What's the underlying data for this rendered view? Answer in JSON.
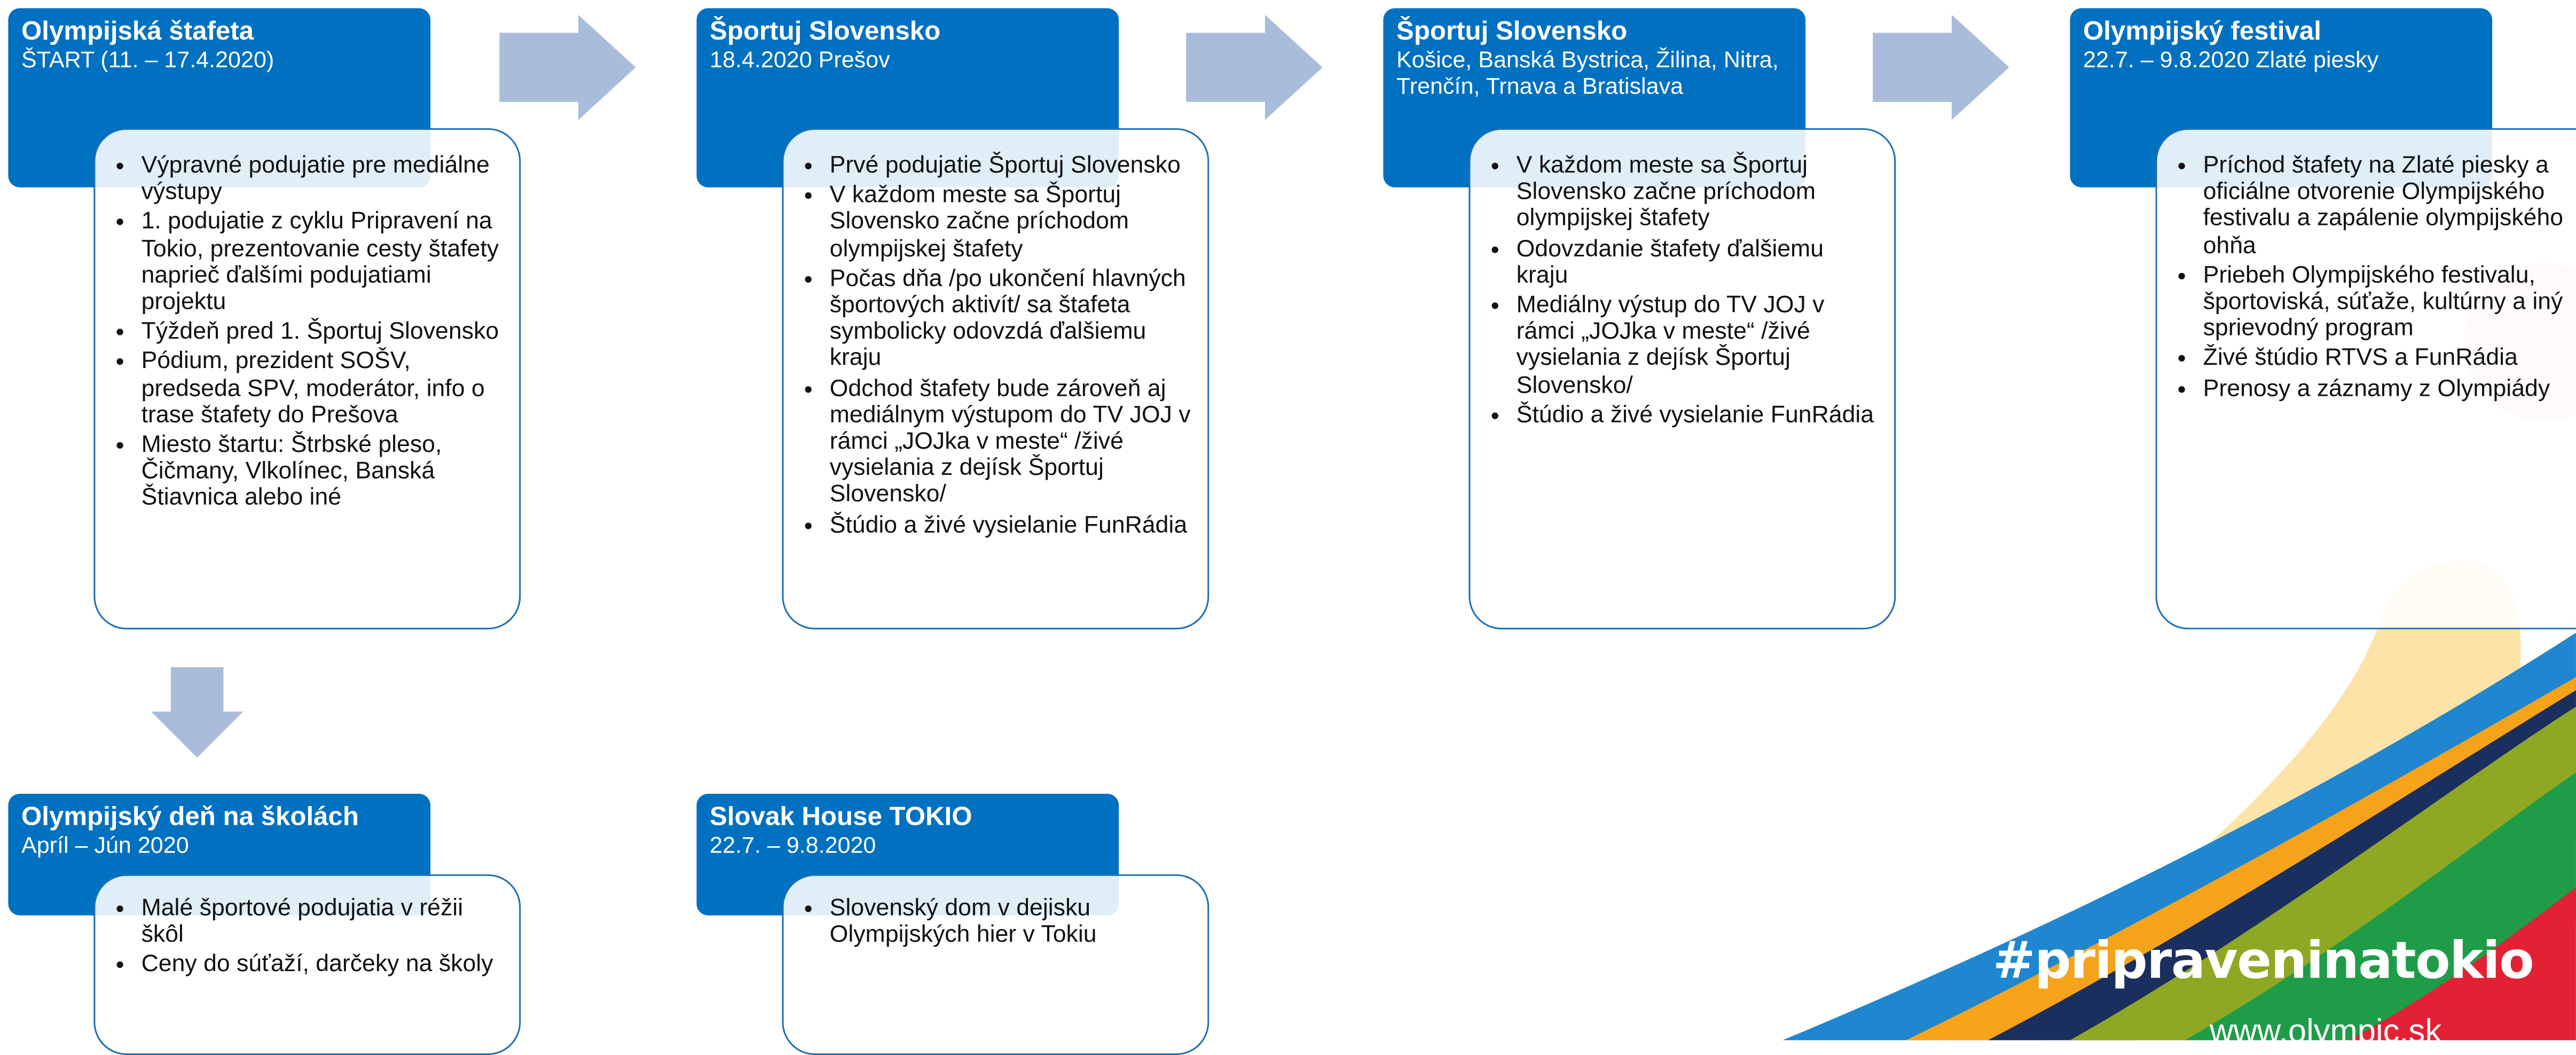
{
  "cards": [
    {
      "title": "Olympijská štafeta",
      "subtitle": "ŠTART (11. – 17.4.2020)",
      "items": [
        "Výpravné podujatie pre mediálne výstupy",
        "1. podujatie z cyklu Pripravení na Tokio, prezentovanie cesty štafety naprieč ďalšími podujatiami projektu",
        "Týždeň pred 1. Športuj Slovensko",
        "Pódium, prezident SOŠV, predseda SPV, moderátor, info o trase štafety do Prešova",
        "Miesto štartu: Štrbské pleso, Čičmany, Vlkolínec, Banská Štiavnica alebo iné"
      ]
    },
    {
      "title": "Športuj Slovensko",
      "subtitle": "18.4.2020 Prešov",
      "items": [
        "Prvé podujatie Športuj Slovensko",
        "V každom meste sa Športuj Slovensko začne príchodom olympijskej štafety",
        "Počas dňa /po ukončení hlavných športových aktivít/ sa štafeta symbolicky odovzdá ďalšiemu kraju",
        "Odchod štafety bude zároveň aj mediálnym výstupom do TV JOJ v rámci „JOJka v meste“ /živé vysielania z dejísk Športuj Slovensko/",
        "Štúdio a živé vysielanie FunRádia"
      ]
    },
    {
      "title": "Športuj Slovensko",
      "subtitle": "Košice, Banská Bystrica, Žilina, Nitra, Trenčín, Trnava a Bratislava",
      "items": [
        "V každom meste sa Športuj Slovensko začne príchodom olympijskej štafety",
        "Odovzdanie štafety ďalšiemu kraju",
        "Mediálny výstup do TV JOJ v rámci „JOJka v meste“ /živé vysielania z dejísk Športuj Slovensko/",
        "Štúdio a živé vysielanie FunRádia"
      ]
    },
    {
      "title": "Olympijský festival",
      "subtitle": "22.7. – 9.8.2020 Zlaté piesky",
      "items": [
        "Príchod štafety na Zlaté piesky a oficiálne otvorenie Olympijského festivalu a zapálenie olympijského ohňa",
        "Priebeh Olympijského festivalu, športoviská, súťaže, kultúrny a iný sprievodný program",
        "Živé štúdio RTVS a FunRádia",
        "Prenosy a záznamy z Olympiády"
      ]
    },
    {
      "title": "Olympijský deň na školách",
      "subtitle": "Apríl – Jún 2020",
      "items": [
        "Malé športové podujatia v réžii škôl",
        "Ceny do súťaží, darčeky na školy"
      ]
    },
    {
      "title": "Slovak House TOKIO",
      "subtitle": "22.7. – 9.8.2020",
      "items": [
        "Slovenský dom v dejisku Olympijských hier v Tokiu"
      ]
    }
  ],
  "branding": {
    "hashtag": "#pripraveninatokio",
    "website": "www.olympic.sk"
  },
  "colors": {
    "header": "#0070C0",
    "arrow": "#A9BCDA",
    "box_border": "#1F6FB5"
  }
}
